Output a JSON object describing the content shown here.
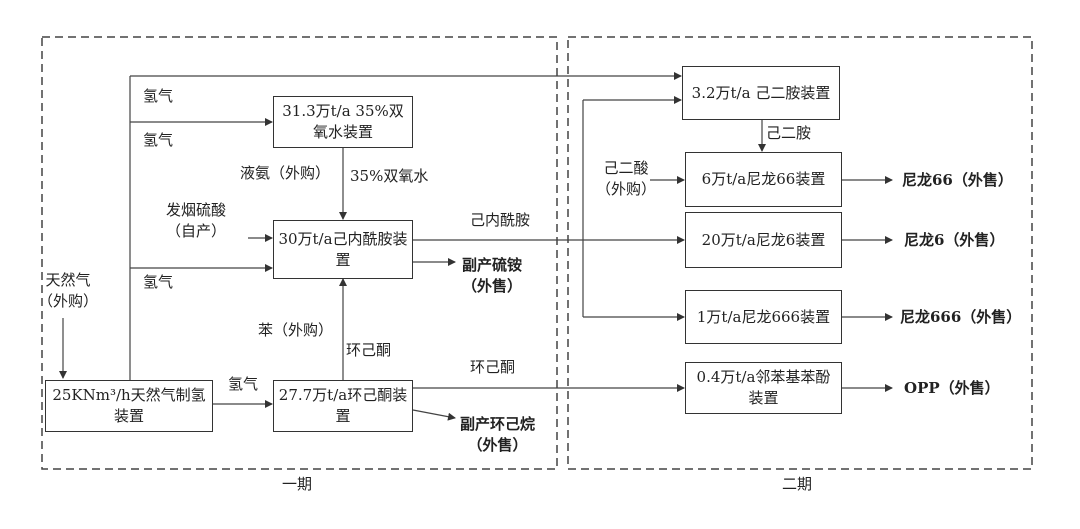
{
  "phases": {
    "phase1_label": "一期",
    "phase2_label": "二期"
  },
  "units": {
    "h2o2": "31.3万t/a 35%双氧水装置",
    "caprolactam": "30万t/a己内酰胺装置",
    "hydrogen_plant": "25KNm³/h天然气制氢装置",
    "cyclohexanone": "27.7万t/a环己酮装置",
    "hmda": "3.2万t/a 己二胺装置",
    "nylon66": "6万t/a尼龙66装置",
    "nylon6": "20万t/a尼龙6装置",
    "nylon666": "1万t/a尼龙666装置",
    "opp_unit": "0.4万t/a邻苯基苯酚装置"
  },
  "streams": {
    "hydrogen_1": "氢气",
    "hydrogen_2": "氢气",
    "hydrogen_3": "氢气",
    "hydrogen_4": "氢气",
    "liquid_ammonia": "液氨（外购）",
    "h2o2_35": "35%双氧水",
    "oleum": "发烟硫酸",
    "oleum_note": "（自产）",
    "natural_gas": "天然气",
    "natural_gas_note": "（外购）",
    "benzene": "苯（外购）",
    "cyclohexanone_1": "环己酮",
    "cyclohexanone_2": "环己酮",
    "caprolactam": "己内酰胺",
    "hmda": "己二胺",
    "adipic_acid": "己二酸",
    "adipic_acid_note": "（外购）"
  },
  "products": {
    "ammonium_sulfate": "副产硫铵",
    "ammonium_sulfate_note": "（外售）",
    "cyclohexane": "副产环己烷",
    "cyclohexane_note": "（外售）",
    "nylon66": "尼龙66（外售）",
    "nylon6": "尼龙6（外售）",
    "nylon666": "尼龙666（外售）",
    "opp": "OPP（外售）"
  }
}
